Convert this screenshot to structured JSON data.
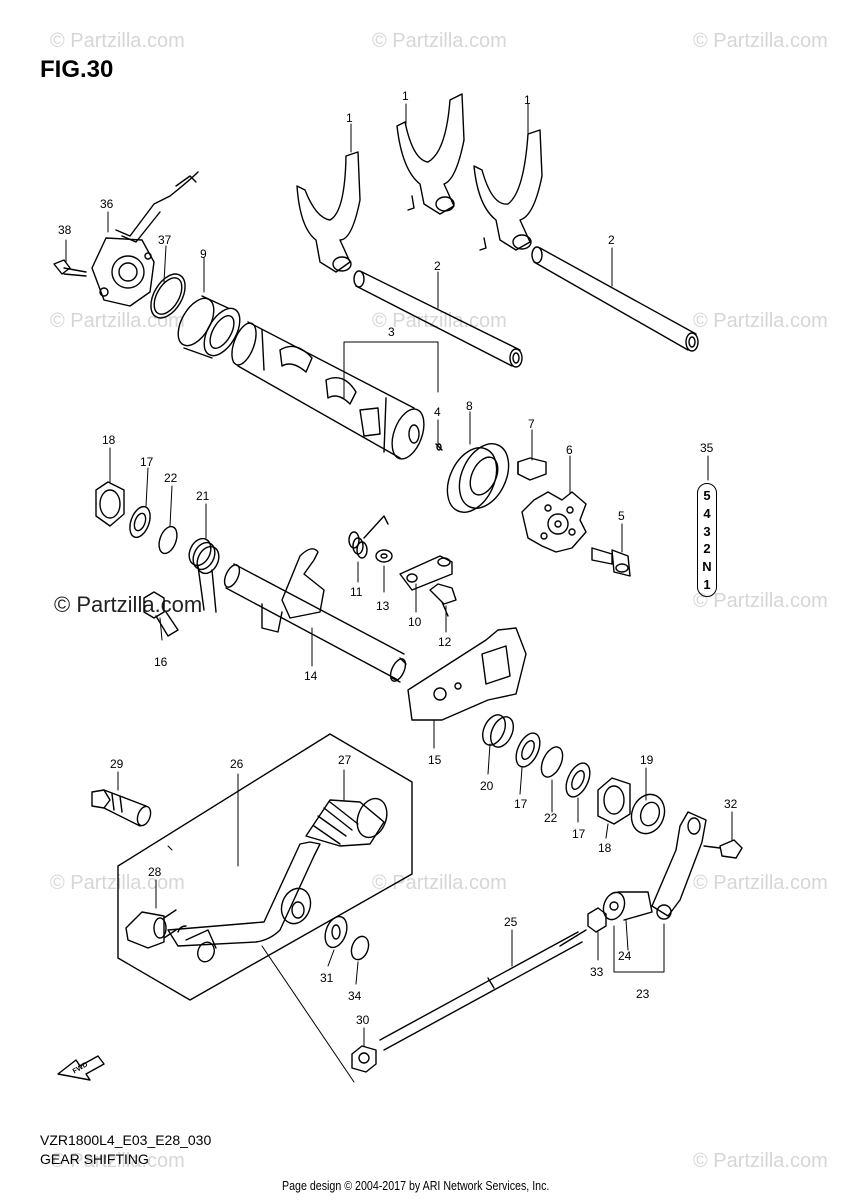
{
  "header": {
    "fig_title": "FIG.30"
  },
  "footer": {
    "model_code": "VZR1800L4_E03_E28_030",
    "diagram_name": "GEAR SHIFTING",
    "copyright": "Page design © 2004-2017 by ARI Network Services, Inc."
  },
  "watermark": {
    "text": "© Partzilla.com",
    "bold_text": "© Partzilla.com"
  },
  "gear_indicator": {
    "positions": [
      "5",
      "4",
      "3",
      "2",
      "N",
      "1"
    ]
  },
  "fwd_label": "FWD",
  "callouts": [
    "1",
    "1",
    "1",
    "2",
    "2",
    "3",
    "4",
    "5",
    "6",
    "7",
    "8",
    "9",
    "10",
    "11",
    "12",
    "13",
    "14",
    "15",
    "16",
    "17",
    "17",
    "17",
    "18",
    "18",
    "19",
    "20",
    "21",
    "22",
    "22",
    "23",
    "24",
    "25",
    "26",
    "27",
    "28",
    "29",
    "30",
    "31",
    "32",
    "33",
    "34",
    "35",
    "36",
    "37",
    "38"
  ]
}
